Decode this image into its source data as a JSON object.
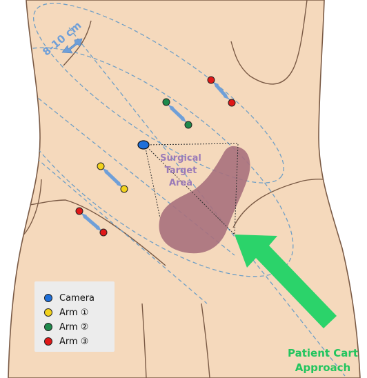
{
  "colors": {
    "skin": "#f5d9bc",
    "skin_outline": "#7a5a45",
    "target_area": "#a8707c",
    "guide_line": "#6f9fc6",
    "arrow_blue": "#6f9fd8",
    "cart_arrow": "#2bd36a",
    "camera": "#1e6fd9",
    "arm1": "#f2d21c",
    "arm2": "#1f8a4c",
    "arm3": "#e01818"
  },
  "spacing_label": "8-10 cm",
  "target_label": [
    "Surgical",
    "Target",
    "Area"
  ],
  "legend": [
    {
      "label": "Camera",
      "color": "#1e6fd9",
      "icon": "blue-dot"
    },
    {
      "label": "Arm ①",
      "color": "#f2d21c",
      "icon": "yellow-dot"
    },
    {
      "label": "Arm ②",
      "color": "#1f8a4c",
      "icon": "green-dot"
    },
    {
      "label": "Arm ③",
      "color": "#e01818",
      "icon": "red-dot"
    }
  ],
  "approach_label": [
    "Patient Cart",
    "Approach"
  ]
}
